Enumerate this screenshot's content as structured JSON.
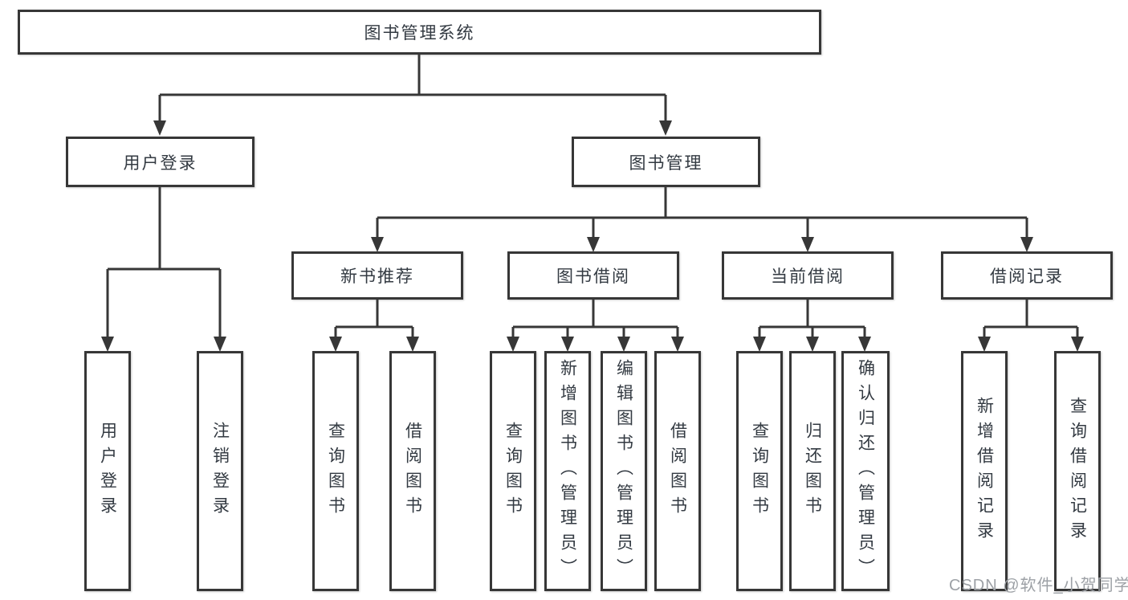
{
  "colors": {
    "line": "#373737",
    "text": "#333a42",
    "watermark": "#9da1a6"
  },
  "watermark": "CSDN @软件_小贺同学",
  "tree": {
    "label": "图书管理系统",
    "children": [
      {
        "label": "用户登录",
        "children": [
          {
            "label": "用户登录"
          },
          {
            "label": "注销登录"
          }
        ]
      },
      {
        "label": "图书管理",
        "children": [
          {
            "label": "新书推荐",
            "children": [
              {
                "label": "查询图书"
              },
              {
                "label": "借阅图书"
              }
            ]
          },
          {
            "label": "图书借阅",
            "children": [
              {
                "label": "查询图书"
              },
              {
                "label": "新增图书（管理员）"
              },
              {
                "label": "编辑图书（管理员）"
              },
              {
                "label": "借阅图书"
              }
            ]
          },
          {
            "label": "当前借阅",
            "children": [
              {
                "label": "查询图书"
              },
              {
                "label": "归还图书"
              },
              {
                "label": "确认归还（管理员）"
              }
            ]
          },
          {
            "label": "借阅记录",
            "children": [
              {
                "label": "新增借阅记录"
              },
              {
                "label": "查询借阅记录"
              }
            ]
          }
        ]
      }
    ]
  }
}
